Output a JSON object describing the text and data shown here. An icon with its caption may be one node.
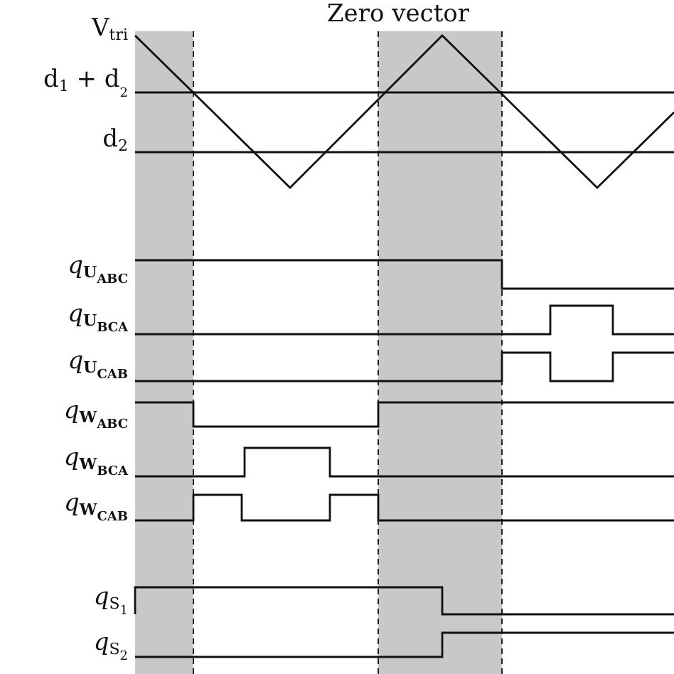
{
  "diagram": {
    "title": "Zero vector",
    "labels": [
      "V$_{tri}$",
      "d$_{1}$ + d$_{2}$",
      "d$_{2}$",
      "*q*$_{U}$$_{ABC}$",
      "*q*$_{U}$$_{BCA}$",
      "*q*$_{U}$$_{CAB}$",
      "*q*$_{W}$$_{ABC}$",
      "*q*$_{W}$$_{BCA}$",
      "*q*$_{W}$$_{CAB}$",
      "*q*$_{S}$$_{1}$",
      "*q*$_{S}$$_{2}$"
    ]
  }
}
